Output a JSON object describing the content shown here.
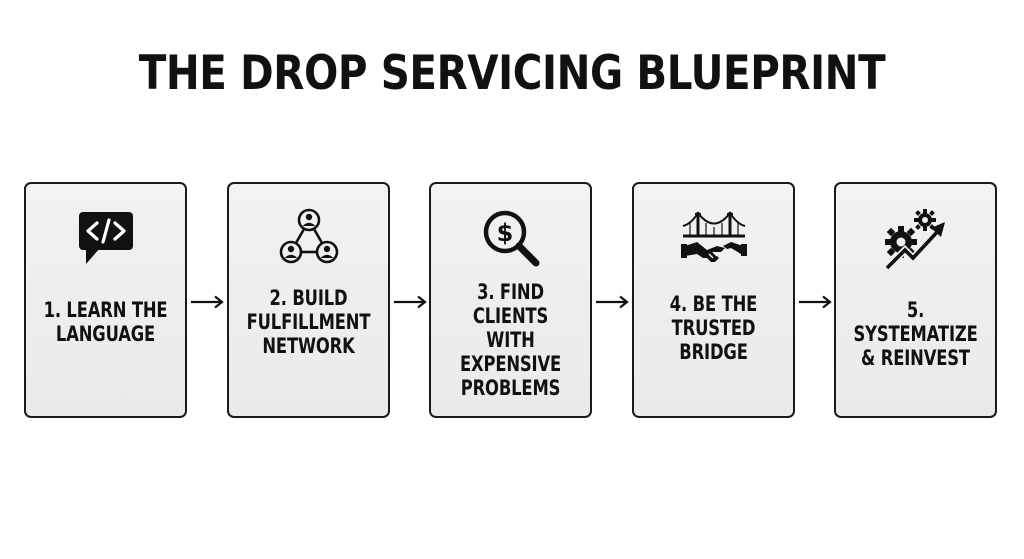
{
  "title": "THE DROP SERVICING BLUEPRINT",
  "steps": [
    {
      "label": "1. LEARN THE\nLANGUAGE",
      "icon": "code-chat-icon"
    },
    {
      "label": "2. BUILD\nFULFILLMENT\nNETWORK",
      "icon": "network-people-icon"
    },
    {
      "label": "3. FIND\nCLIENTS WITH\nEXPENSIVE\nPROBLEMS",
      "icon": "dollar-magnifier-icon"
    },
    {
      "label": "4. BE THE\nTRUSTED\nBRIDGE",
      "icon": "bridge-handshake-icon"
    },
    {
      "label": "5. SYSTEMATIZE\n& REINVEST",
      "icon": "gears-growth-icon"
    }
  ]
}
